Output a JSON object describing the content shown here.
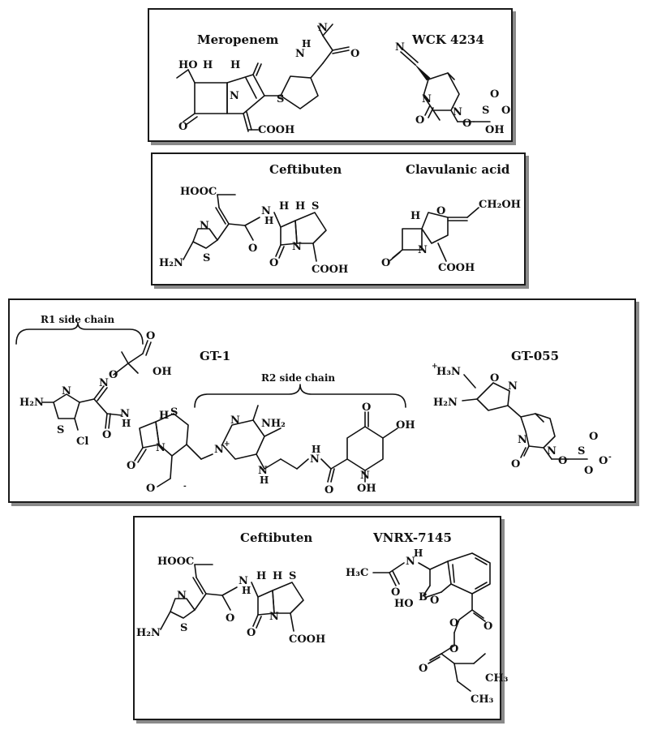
{
  "compounds": {
    "meropenem": {
      "name": "Meropenem",
      "atoms": {
        "ho": "HO",
        "h1": "H",
        "h2": "H",
        "n_ring": "N",
        "o_carbonyl": "O",
        "cooh": "COOH",
        "s": "S",
        "nh": "N",
        "h_nh": "H",
        "n_me2": "N",
        "o_amide": "O"
      }
    },
    "wck4234": {
      "name": "WCK 4234",
      "atoms": {
        "n_nitrile": "N",
        "n1": "N",
        "n2": "N",
        "o_carbonyl": "O",
        "o_ester": "O",
        "s": "S",
        "o1": "O",
        "o2": "O",
        "oh": "OH"
      }
    },
    "ceftibuten_1": {
      "name": "Ceftibuten",
      "atoms": {
        "hooc": "HOOC",
        "nh": "N",
        "h_nh": "H",
        "h1": "H",
        "h2": "H",
        "s": "S",
        "n_ring": "N",
        "o1": "O",
        "o2": "O",
        "cooh": "COOH",
        "h2n": "H₂N",
        "n_thz": "N",
        "s_thz": "S"
      }
    },
    "clavulanic_acid": {
      "name": "Clavulanic acid",
      "atoms": {
        "h": "H",
        "o_ring": "O",
        "ch2oh": "CH₂OH",
        "n_ring": "N",
        "o_carbonyl": "O",
        "cooh": "COOH"
      }
    },
    "gt1": {
      "name": "GT-1",
      "atoms": {
        "h2n": "H₂N",
        "n_thz": "N",
        "s_thz": "S",
        "cl": "Cl",
        "n_oxime": "N",
        "o_oxime": "O",
        "o_acid": "O",
        "oh_acid": "OH",
        "nh": "N",
        "h_nh": "H",
        "o_amide": "O",
        "h_beta": "H",
        "s": "S",
        "n_ring": "N",
        "o_lactam": "O",
        "o_carboxylate": "O",
        "minus1": "-",
        "n_pyr1": "N",
        "n_pyr_plus": "N",
        "plus": "+",
        "nh2": "NH₂",
        "nh_link": "N",
        "h_link": "H",
        "nh_link2": "N",
        "h_link2": "H",
        "o_link_amide": "O",
        "n_pyridone": "N",
        "oh_pyridone": "OH",
        "o_pyridone": "O",
        "oh_ring": "OH"
      }
    },
    "gt055": {
      "name": "GT-055",
      "atoms": {
        "h3n": "H₃N",
        "plus": "+",
        "h2n": "H₂N",
        "o_isox": "O",
        "n_isox": "N",
        "n1": "N",
        "n2": "N",
        "o_carbonyl": "O",
        "o_ester": "O",
        "s": "S",
        "o1": "O",
        "o2": "O",
        "o_minus": "O",
        "minus": "-"
      }
    },
    "ceftibuten_2": {
      "name": "Ceftibuten",
      "atoms": {
        "hooc": "HOOC",
        "nh": "N",
        "h_nh": "H",
        "h1": "H",
        "h2": "H",
        "s": "S",
        "n_ring": "N",
        "o1": "O",
        "o2": "O",
        "cooh": "COOH",
        "h2n": "H₂N",
        "n_thz": "N",
        "s_thz": "S"
      }
    },
    "vnrx7145": {
      "name": "VNRX-7145",
      "atoms": {
        "h3c": "H₃C",
        "o_amide": "O",
        "nh": "N",
        "h_nh": "H",
        "b": "B",
        "ho": "HO",
        "o_ring": "O",
        "o_ester": "O",
        "o_ester2": "O",
        "o_ether": "O",
        "o_ester3": "O",
        "ch3_a": "CH₃",
        "ch3_b": "CH₃"
      }
    }
  },
  "annotations": {
    "r1_side_chain": "R1 side chain",
    "r2_side_chain": "R2 side chain"
  }
}
